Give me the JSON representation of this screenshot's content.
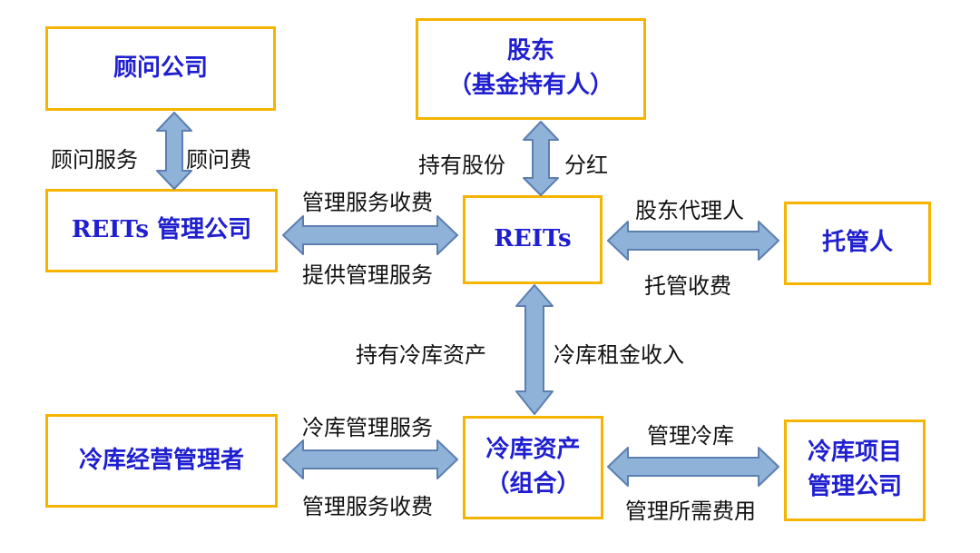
{
  "colors": {
    "box_border": "#f5b400",
    "box_text": "#1f1fd0",
    "arrow_fill": "#8fb2d9",
    "arrow_stroke": "#5c7fb0",
    "label_text": "#111111"
  },
  "nodes": {
    "consultant": {
      "lines": [
        "顾问公司"
      ]
    },
    "shareholders": {
      "lines": [
        "股东",
        "（基金持有人）"
      ]
    },
    "reits_manager": {
      "lines": [
        "REITs 管理公司"
      ]
    },
    "reits": {
      "lines": [
        "REITs"
      ]
    },
    "trustee": {
      "lines": [
        "托管人"
      ]
    },
    "cold_assets": {
      "lines": [
        "冷库资产",
        "（组合）"
      ]
    },
    "cold_operator": {
      "lines": [
        "冷库经营管理者"
      ]
    },
    "cold_project_manager": {
      "lines": [
        "冷库项目",
        "管理公司"
      ]
    }
  },
  "edges": {
    "consult_left": "顾问服务",
    "consult_right": "顾问费",
    "share_left": "持有股份",
    "share_right": "分红",
    "mgr_top": "管理服务收费",
    "mgr_bottom": "提供管理服务",
    "trustee_top": "股东代理人",
    "trustee_bottom": "托管收费",
    "asset_left": "持有冷库资产",
    "asset_right": "冷库租金收入",
    "operator_top": "冷库管理服务",
    "operator_bottom": "管理服务收费",
    "project_top": "管理冷库",
    "project_bottom": "管理所需费用"
  }
}
